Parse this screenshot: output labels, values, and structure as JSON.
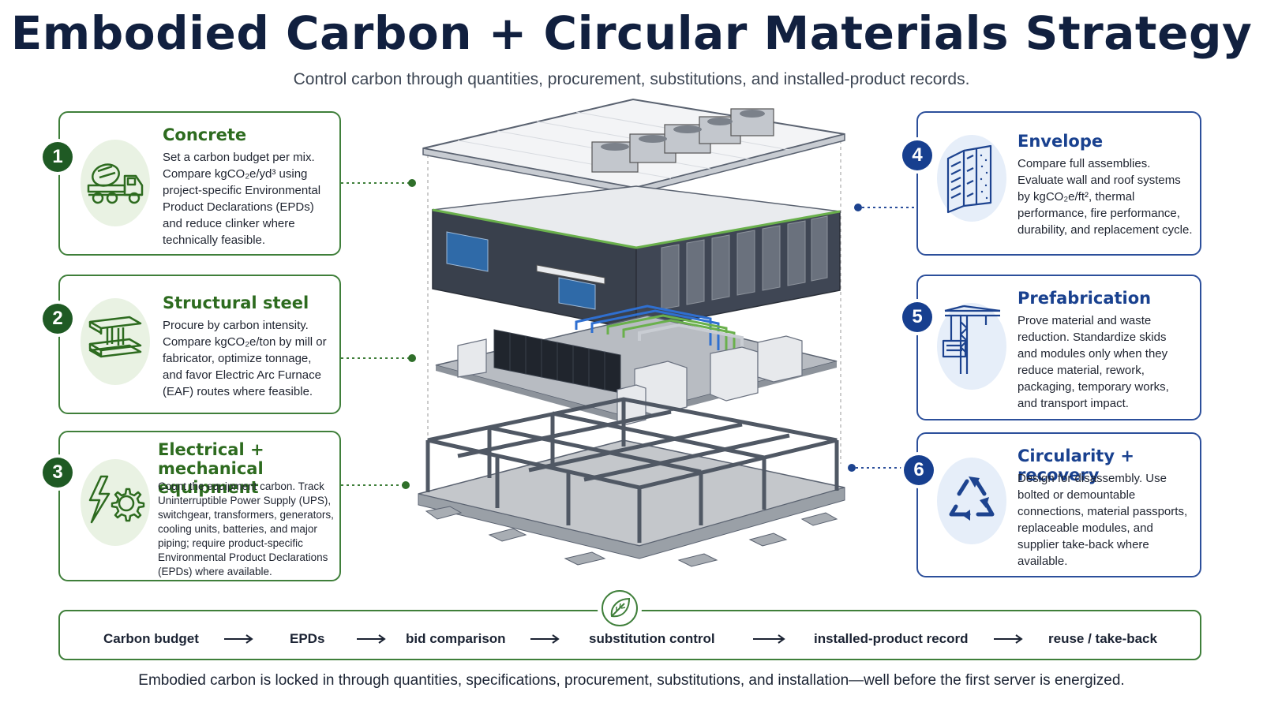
{
  "title": "Embodied Carbon + Circular Materials Strategy",
  "subtitle": "Control carbon through quantities, procurement, substitutions, and installed-product records.",
  "cards": [
    {
      "number": "1",
      "title": "Concrete",
      "body": "Set a carbon budget per mix. Compare kgCO₂e/yd³ using project-specific Environmental Product Declarations (EPDs) and reduce clinker where technically feasible.",
      "icon": "concrete-mixer-truck-icon"
    },
    {
      "number": "2",
      "title": "Structural steel",
      "body": "Procure by carbon intensity. Compare kgCO₂e/ton by mill or fabricator, optimize tonnage, and favor Electric Arc Furnace (EAF) routes where feasible.",
      "icon": "steel-i-beam-icon"
    },
    {
      "number": "3",
      "title": "Electrical + mechanical equipment",
      "body": "Count the equipment carbon. Track Uninterruptible Power Supply (UPS), switchgear, transformers, generators, cooling units, batteries, and major piping; require product-specific Environmental Product Declarations (EPDs) where available.",
      "icon": "lightning-gear-icon"
    },
    {
      "number": "4",
      "title": "Envelope",
      "body": "Compare full assemblies. Evaluate wall and roof systems by kgCO₂e/ft², thermal performance, fire performance, durability, and replacement cycle.",
      "icon": "wall-assembly-icon"
    },
    {
      "number": "5",
      "title": "Prefabrication",
      "body": "Prove material and waste reduction. Standardize skids and modules only when they reduce material, rework, packaging, temporary works, and transport impact.",
      "icon": "crane-module-icon"
    },
    {
      "number": "6",
      "title": "Circularity + recovery",
      "body": "Design for disassembly. Use bolted or demountable connections, material passports, replaceable modules, and supplier take-back where available.",
      "icon": "recycle-icon"
    }
  ],
  "flow": {
    "steps": [
      "Carbon budget",
      "EPDs",
      "bid comparison",
      "substitution control",
      "installed-product record",
      "reuse / take-back"
    ],
    "icon": "leaf-icon"
  },
  "footer": "Embodied carbon is locked in through quantities, specifications, procurement, substitutions, and installation—well before the first server is energized.",
  "colors": {
    "green": "#2d6b1f",
    "blue": "#19418f",
    "title": "#11203f"
  }
}
